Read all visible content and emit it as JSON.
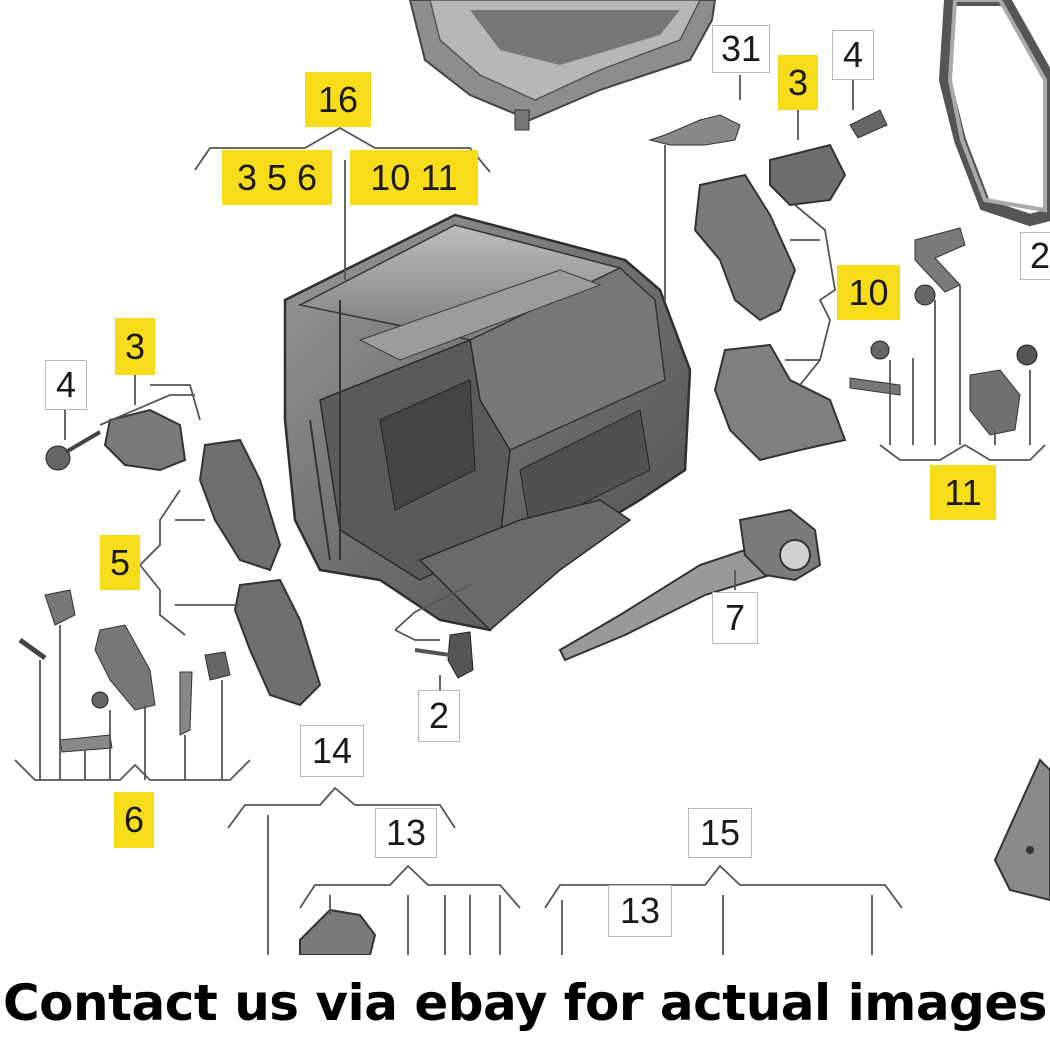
{
  "callouts": {
    "c16": "16",
    "c356": "3 5 6",
    "c1011": "10 11",
    "c31": "31",
    "c3_top": "3",
    "c4_top": "4",
    "c2_right": "2",
    "c10": "10",
    "c3_left": "3",
    "c4_left": "4",
    "c11": "11",
    "c5": "5",
    "c7": "7",
    "c2": "2",
    "c6": "6",
    "c14": "14",
    "c13_a": "13",
    "c15": "15",
    "c13_b": "13"
  },
  "colors": {
    "highlight": "#f7dc1a",
    "part_fill": "#6b6b6b",
    "line": "#555555"
  },
  "footer": {
    "text": "Contact us via ebay for actual images"
  }
}
